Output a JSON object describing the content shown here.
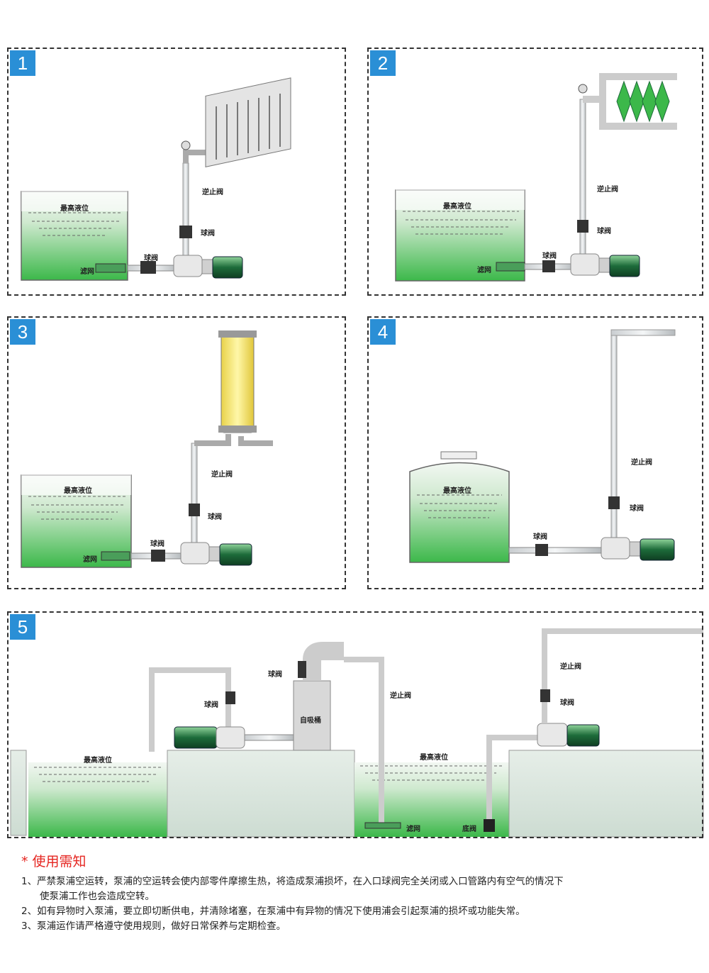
{
  "panels": [
    {
      "number": "1",
      "labels": {
        "max_level": "最高液位",
        "filter": "滤网",
        "ball_valve_in": "球阀",
        "ball_valve_out": "球阀",
        "check_valve": "逆止阀"
      }
    },
    {
      "number": "2",
      "labels": {
        "max_level": "最高液位",
        "filter": "滤网",
        "ball_valve_in": "球阀",
        "ball_valve_out": "球阀",
        "check_valve": "逆止阀"
      }
    },
    {
      "number": "3",
      "labels": {
        "max_level": "最高液位",
        "filter": "滤网",
        "ball_valve_in": "球阀",
        "ball_valve_out": "球阀",
        "check_valve": "逆止阀"
      }
    },
    {
      "number": "4",
      "labels": {
        "max_level": "最高液位",
        "ball_valve_in": "球阀",
        "ball_valve_out": "球阀",
        "check_valve": "逆止阀"
      }
    },
    {
      "number": "5",
      "labels": {
        "max_level_left": "最高液位",
        "max_level_mid": "最高液位",
        "ball_valve_left": "球阀",
        "ball_valve_top": "球阀",
        "self_priming_tank": "自吸桶",
        "check_valve_mid": "逆止阀",
        "check_valve_right": "逆止阀",
        "ball_valve_right": "球阀",
        "filter": "滤网",
        "foot_valve": "底阀"
      }
    }
  ],
  "colors": {
    "accent_blue": "#2a8fd6",
    "water_green": "#3cb84a",
    "warning_red": "#e52520",
    "motor_green": "#2e7d4a"
  },
  "notes": {
    "title": "* 使用需知",
    "items": [
      {
        "line1": "1、严禁泵浦空运转，泵浦的空运转会使内部零件摩擦生热，将造成泵浦损坏，在入口球阀完全关闭或入口管路内有空气的情况下",
        "line2": "使泵浦工作也会造成空转。"
      },
      {
        "line1": "2、如有异物时入泵浦，要立即切断供电，并清除堵塞，在泵浦中有异物的情况下使用浦会引起泵浦的损坏或功能失常。",
        "line2": ""
      },
      {
        "line1": "3、泵浦运作请严格遵守使用规则，做好日常保养与定期检查。",
        "line2": ""
      }
    ]
  }
}
